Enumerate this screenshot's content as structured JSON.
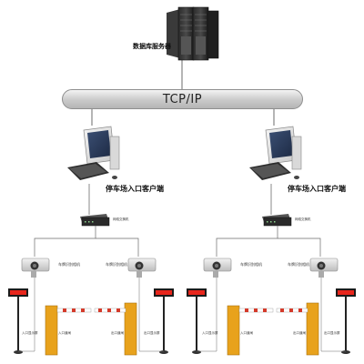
{
  "server": {
    "label": "数据库服务器"
  },
  "network": {
    "label": "TCP/IP"
  },
  "clients": [
    {
      "label": "停车场入口客户端",
      "switch_label": "网络交换机",
      "camera_labels": [
        "车牌识别相机",
        "车牌识别相机"
      ],
      "tiny_labels": [
        "入口显示屏",
        "入口道闸",
        "出口道闸",
        "出口显示屏"
      ]
    },
    {
      "label": "停车场入口客户端",
      "switch_label": "网络交换机",
      "camera_labels": [
        "车牌识别相机",
        "车牌识别相机"
      ],
      "tiny_labels": [
        "入口显示屏",
        "入口道闸",
        "出口道闸",
        "出口显示屏"
      ]
    }
  ],
  "colors": {
    "line": "#6b6b6b",
    "barrier_body": "#e8a21c",
    "boom_red": "#d43a2a",
    "display_red": "#e8261c"
  }
}
